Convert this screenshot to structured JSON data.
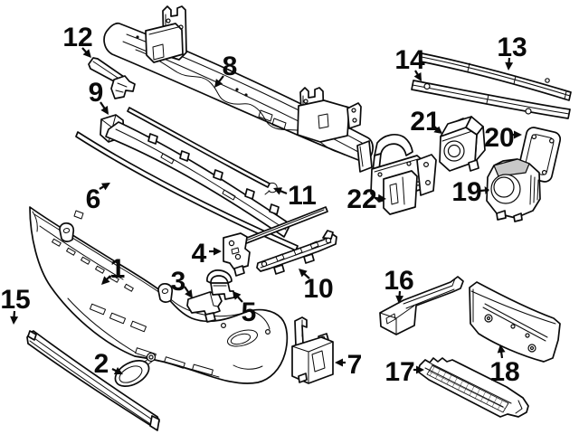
{
  "diagram": {
    "type": "exploded-parts-diagram",
    "colors": {
      "background": "#ffffff",
      "line": "#0a0a0a",
      "shade": "#c8c8c8"
    },
    "callouts": [
      {
        "id": "1",
        "label": "1"
      },
      {
        "id": "2",
        "label": "2"
      },
      {
        "id": "3",
        "label": "3"
      },
      {
        "id": "4",
        "label": "4"
      },
      {
        "id": "5",
        "label": "5"
      },
      {
        "id": "6",
        "label": "6"
      },
      {
        "id": "7",
        "label": "7"
      },
      {
        "id": "8",
        "label": "8"
      },
      {
        "id": "9",
        "label": "9"
      },
      {
        "id": "10",
        "label": "10"
      },
      {
        "id": "11",
        "label": "11"
      },
      {
        "id": "12",
        "label": "12"
      },
      {
        "id": "13",
        "label": "13"
      },
      {
        "id": "14",
        "label": "14"
      },
      {
        "id": "15",
        "label": "15"
      },
      {
        "id": "16",
        "label": "16"
      },
      {
        "id": "17",
        "label": "17"
      },
      {
        "id": "18",
        "label": "18"
      },
      {
        "id": "19",
        "label": "19"
      },
      {
        "id": "20",
        "label": "20"
      },
      {
        "id": "21",
        "label": "21"
      },
      {
        "id": "22",
        "label": "22"
      }
    ]
  }
}
